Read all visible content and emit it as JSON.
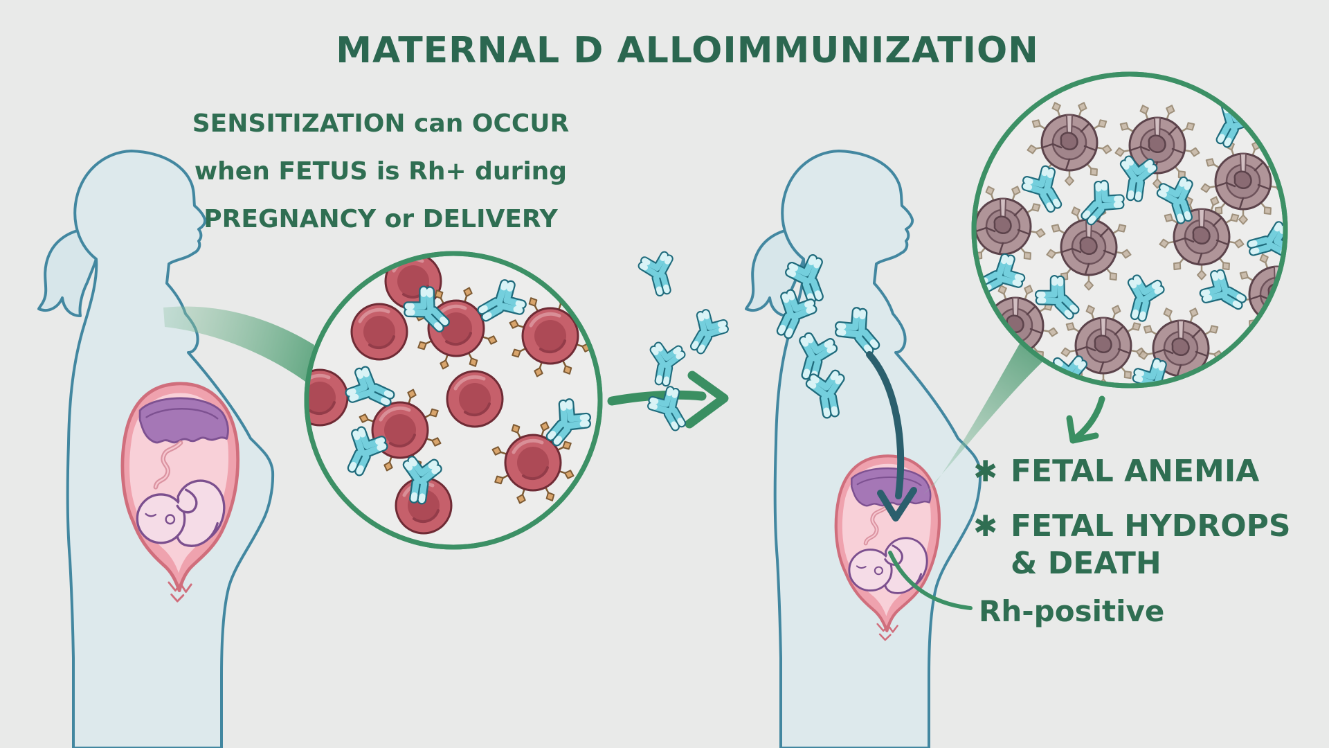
{
  "title": "MATERNAL D ALLOIMMUNIZATION",
  "sensitization_caption": {
    "line1": "SENSITIZATION can OCCUR",
    "line2": "when FETUS is Rh+ during",
    "line3": "PREGNANCY or DELIVERY"
  },
  "outcomes": {
    "bullet": "✱",
    "item1": "FETAL ANEMIA",
    "item2_line1": "FETAL HYDROPS",
    "item2_line2": "& DEATH"
  },
  "fetus_label": "Rh-positive",
  "icons": {
    "antibody": "anti-D-antibody",
    "rbc": "red-blood-cell",
    "rbc_rh_antigen": "rh-positive-red-blood-cell-with-d-antigens",
    "rbc_hemolyzed": "hemolyzed-red-blood-cell",
    "arrow_right": "progression-arrow",
    "arrow_down": "consequence-arrow",
    "arrow_into_fetus": "antibody-crossing-placenta-arrow"
  },
  "colors": {
    "background": "#e9eae9",
    "heading_green": "#2b6750",
    "text_green": "#2f6e52",
    "accent_green": "#3c9065",
    "swoosh_green": "#5ea57f",
    "body_fill": "#dde9ec",
    "body_outline": "#4287a0",
    "antibody_teal": "#74cfdd",
    "antibody_outline": "#1f6a7b",
    "rbc_red": "#c6606b",
    "rbc_outline": "#6f2b35",
    "antigen_tan": "#d9a56c",
    "hemolyzed_mauve": "#b09599",
    "uterus_pink": "#efa2ae",
    "uterus_outline": "#d06e7c",
    "placenta_purple": "#a577b6",
    "fetus_skin": "#f5dce7",
    "fetus_outline": "#7b4f8e",
    "dark_arrow_teal": "#2b5f6d"
  }
}
